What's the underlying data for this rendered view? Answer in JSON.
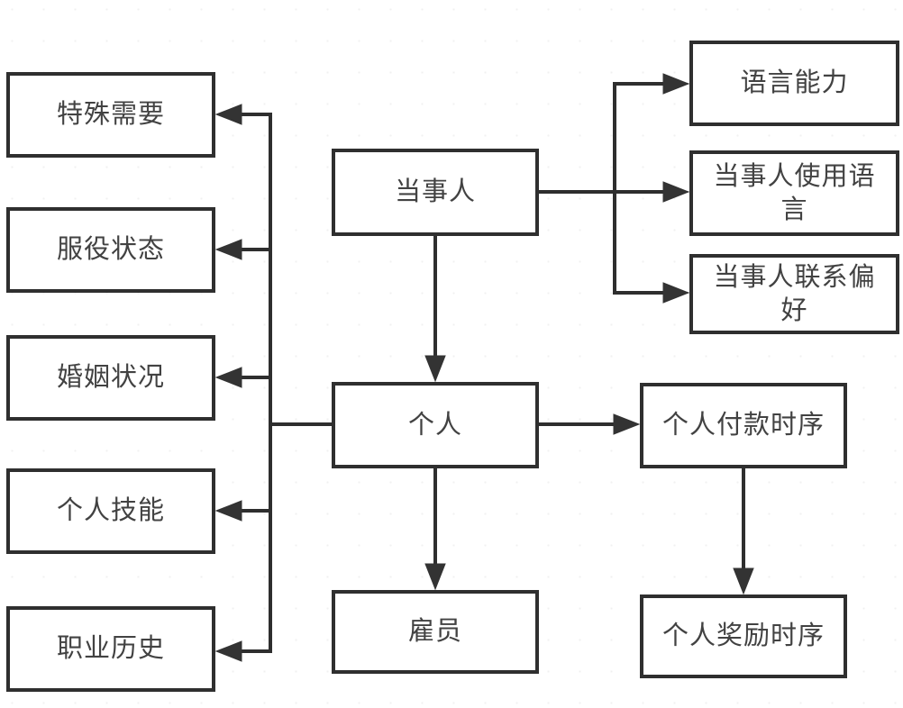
{
  "diagram": {
    "background_color": "#ffffff",
    "line_color": "#2e2e2e",
    "box_border_color": "#2f2f2f",
    "text_color": "#424242",
    "nodes": [
      {
        "id": "special-needs",
        "label": "特殊需要"
      },
      {
        "id": "service-status",
        "label": "服役状态"
      },
      {
        "id": "marital-status",
        "label": "婚姻状况"
      },
      {
        "id": "personal-skills",
        "label": "个人技能"
      },
      {
        "id": "occupational-history",
        "label": "职业历史"
      },
      {
        "id": "party",
        "label": "当事人"
      },
      {
        "id": "individual",
        "label": "个人"
      },
      {
        "id": "employee",
        "label": "雇员"
      },
      {
        "id": "language-ability",
        "label": "语言能力"
      },
      {
        "id": "party-used-language",
        "label": "当事人使用语\n言"
      },
      {
        "id": "party-contact-preference",
        "label": "当事人联系偏\n好"
      },
      {
        "id": "personal-payment-sequence",
        "label": "个人付款时序"
      },
      {
        "id": "personal-reward-sequence",
        "label": "个人奖励时序"
      }
    ],
    "edges": [
      {
        "from": "party",
        "to": "language-ability"
      },
      {
        "from": "party",
        "to": "party-used-language"
      },
      {
        "from": "party",
        "to": "party-contact-preference"
      },
      {
        "from": "party",
        "to": "individual"
      },
      {
        "from": "individual",
        "to": "special-needs"
      },
      {
        "from": "individual",
        "to": "service-status"
      },
      {
        "from": "individual",
        "to": "marital-status"
      },
      {
        "from": "individual",
        "to": "personal-skills"
      },
      {
        "from": "individual",
        "to": "occupational-history"
      },
      {
        "from": "individual",
        "to": "employee"
      },
      {
        "from": "individual",
        "to": "personal-payment-sequence"
      },
      {
        "from": "personal-payment-sequence",
        "to": "personal-reward-sequence"
      }
    ]
  }
}
